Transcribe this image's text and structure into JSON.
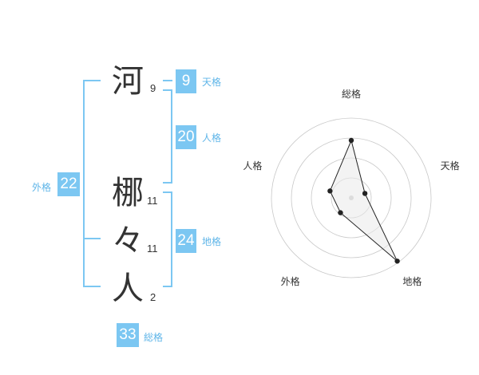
{
  "name": {
    "characters": [
      {
        "char": "河",
        "strokes": "9"
      },
      {
        "char": "梛",
        "strokes": "11"
      },
      {
        "char": "々",
        "strokes": "11"
      },
      {
        "char": "人",
        "strokes": "2"
      }
    ]
  },
  "kakusu": {
    "tenkaku": {
      "value": "9",
      "label": "天格"
    },
    "jinkaku": {
      "value": "20",
      "label": "人格"
    },
    "chikaku": {
      "value": "24",
      "label": "地格"
    },
    "gaikaku": {
      "value": "22",
      "label": "外格"
    },
    "soukaku": {
      "value": "33",
      "label": "総格"
    }
  },
  "colors": {
    "accent": "#7cc7f2",
    "label": "#5fb5e8",
    "text": "#333333"
  },
  "chart_data": {
    "type": "radar",
    "categories": [
      "総格",
      "天格",
      "地格",
      "外格",
      "人格"
    ],
    "values": [
      0.72,
      0.18,
      0.98,
      0.23,
      0.28
    ],
    "rings": 4
  }
}
